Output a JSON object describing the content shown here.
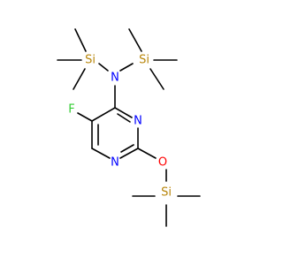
{
  "molecule": {
    "atoms": {
      "si_left": {
        "label": "Si",
        "color": "#b8860b"
      },
      "si_right": {
        "label": "Si",
        "color": "#b8860b"
      },
      "n_amine": {
        "label": "N",
        "color": "#0000ff"
      },
      "f": {
        "label": "F",
        "color": "#32cd32"
      },
      "n_ring_3": {
        "label": "N",
        "color": "#0000ff"
      },
      "n_ring_1": {
        "label": "N",
        "color": "#0000ff"
      },
      "o": {
        "label": "O",
        "color": "#ff0000"
      },
      "si_bottom": {
        "label": "Si",
        "color": "#b8860b"
      }
    },
    "bond_color": "#000000"
  }
}
